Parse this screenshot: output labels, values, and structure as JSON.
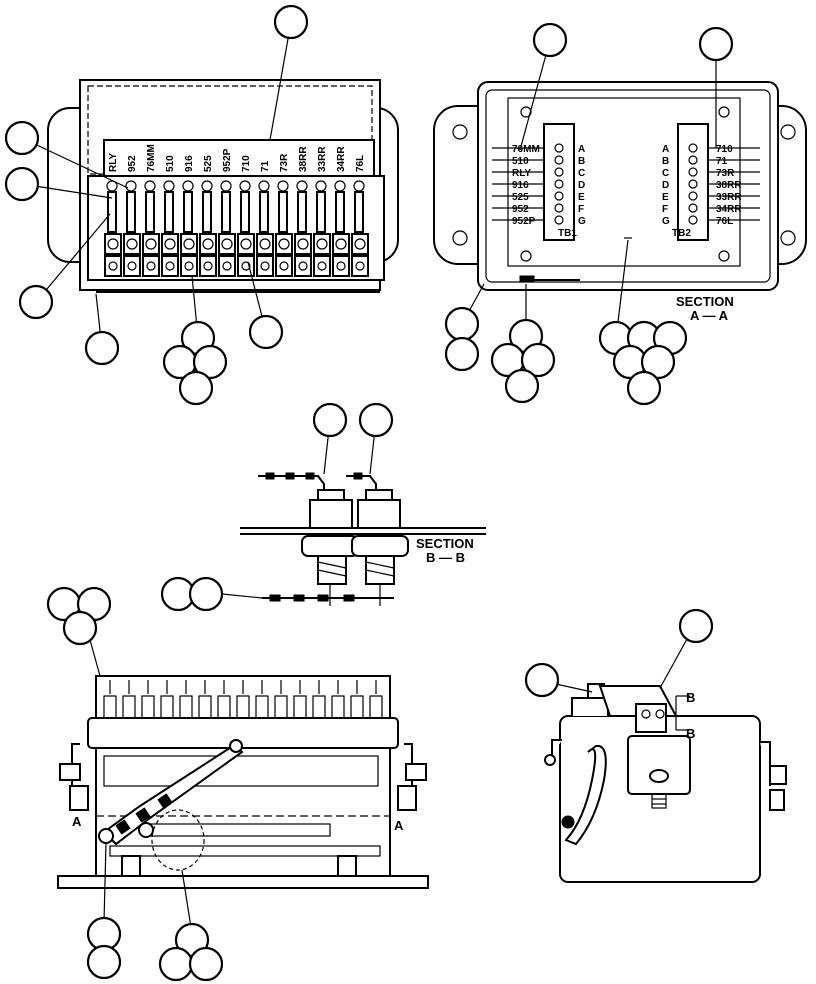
{
  "top_left_view": {
    "strip_labels": [
      "RLY",
      "952",
      "76MM",
      "510",
      "916",
      "525",
      "952P",
      "710",
      "71",
      "73R",
      "38RR",
      "33RR",
      "34RR",
      "76L"
    ]
  },
  "section_aa": {
    "tb1": {
      "name": "TB1",
      "wires": [
        "76MM",
        "510",
        "RLY",
        "916",
        "525",
        "952",
        "952P"
      ],
      "letters": [
        "A",
        "B",
        "C",
        "D",
        "E",
        "F",
        "G"
      ]
    },
    "tb2": {
      "name": "TB2",
      "wires": [
        "710",
        "71",
        "73R",
        "38RR",
        "33RR",
        "34RR",
        "76L"
      ],
      "letters": [
        "A",
        "B",
        "C",
        "D",
        "E",
        "F",
        "G"
      ]
    },
    "title_line1": "SECTION",
    "title_line2": "A — A"
  },
  "section_bb": {
    "title_line1": "SECTION",
    "title_line2": "B — B"
  },
  "front_view": {
    "cut_left": "A",
    "cut_right": "A"
  },
  "side_view": {
    "cut_top": "B",
    "cut_bottom": "B"
  }
}
